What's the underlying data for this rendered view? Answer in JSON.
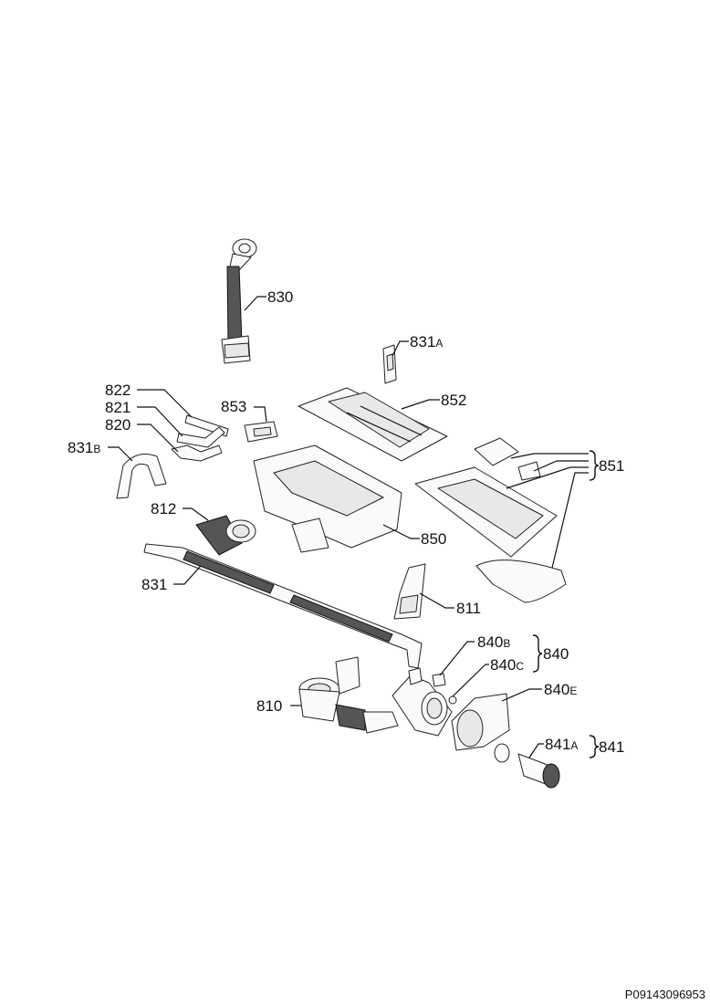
{
  "parts": {
    "p830": {
      "num": "830"
    },
    "p831A": {
      "num": "831",
      "suffix": "A"
    },
    "p852": {
      "num": "852"
    },
    "p822": {
      "num": "822"
    },
    "p821": {
      "num": "821"
    },
    "p820": {
      "num": "820"
    },
    "p853": {
      "num": "853"
    },
    "p831B": {
      "num": "831",
      "suffix": "B"
    },
    "p851": {
      "num": "851"
    },
    "p812": {
      "num": "812"
    },
    "p850": {
      "num": "850"
    },
    "p831": {
      "num": "831"
    },
    "p811": {
      "num": "811"
    },
    "p840B": {
      "num": "840",
      "suffix": "B"
    },
    "p840": {
      "num": "840"
    },
    "p840C": {
      "num": "840",
      "suffix": "C"
    },
    "p810": {
      "num": "810"
    },
    "p840E": {
      "num": "840",
      "suffix": "E"
    },
    "p841A": {
      "num": "841",
      "suffix": "A"
    },
    "p841": {
      "num": "841"
    }
  },
  "drawing_code": "P09143096953"
}
